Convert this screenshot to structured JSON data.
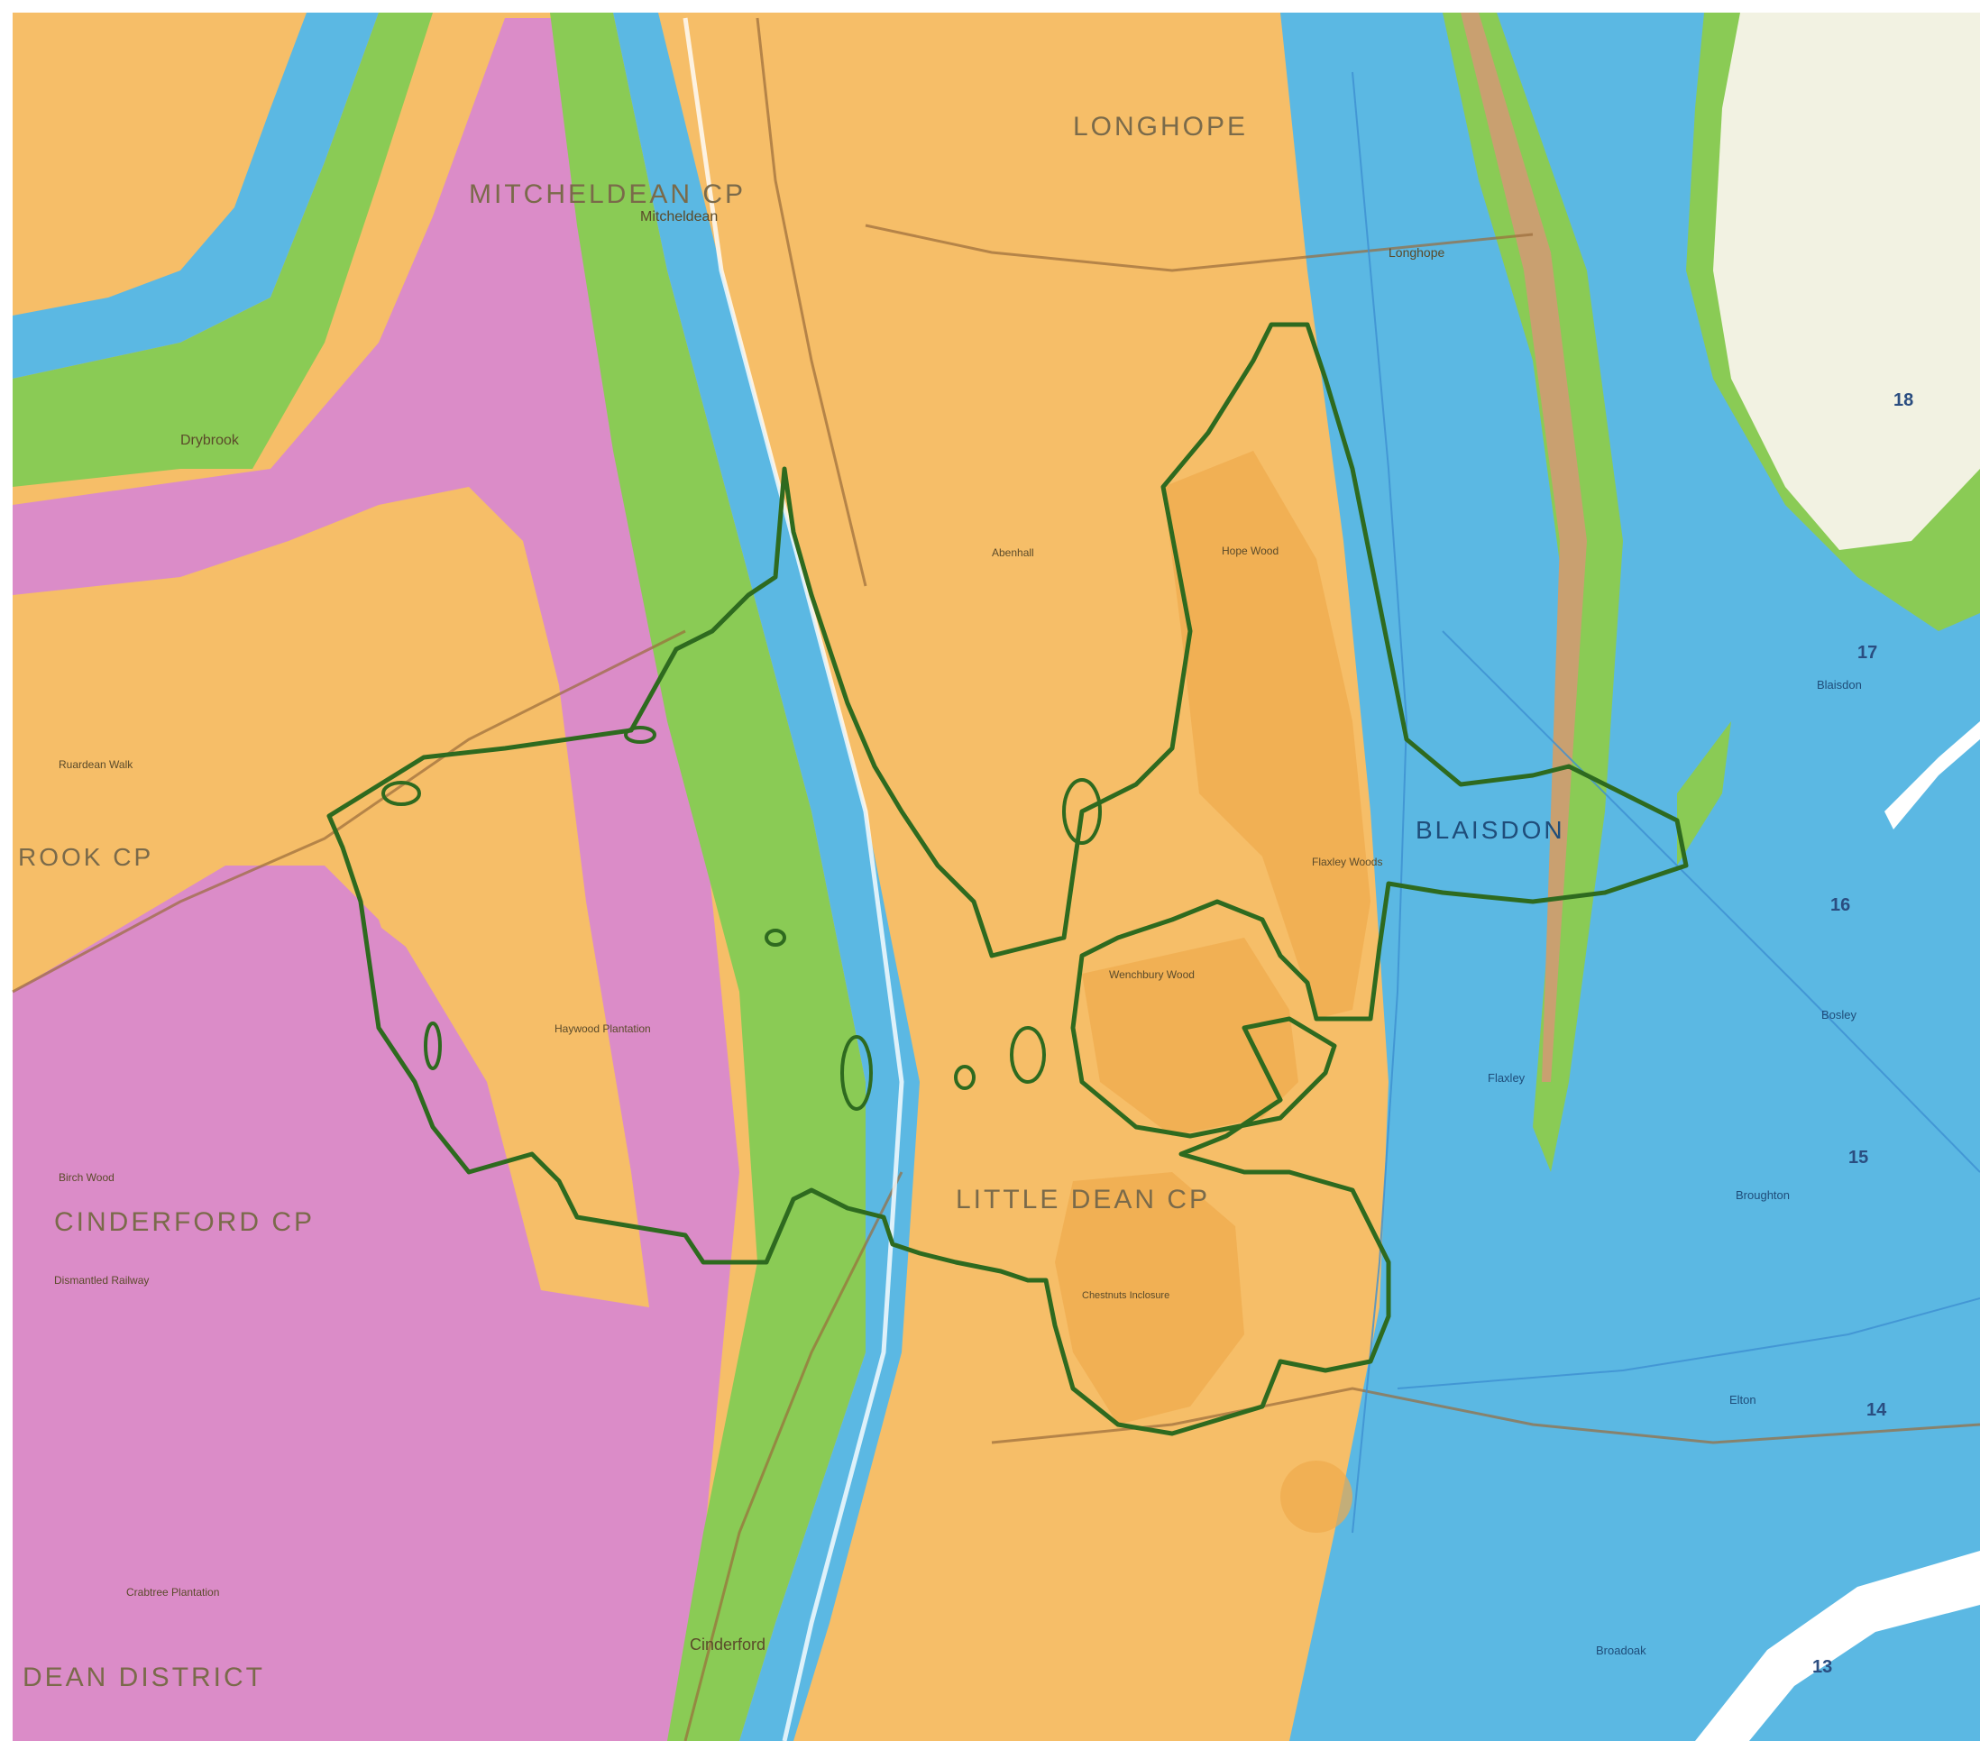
{
  "map": {
    "colors": {
      "orange": "#F6BE68",
      "orange_dark": "#EFA94C",
      "pink": "#DB8CC8",
      "green": "#8ACB55",
      "blue": "#5BB8E3",
      "pale": "#F2F2E2",
      "boundary": "#2E6A1F",
      "river": "#3D8FD1"
    },
    "labels": {
      "mitcheldean_cp": "MITCHELDEAN CP",
      "longhope": "LONGHOPE",
      "blaisdon": "BLAISDON",
      "cinderford_cp": "CINDERFORD CP",
      "ruardean_cp": "ROOK CP",
      "little_dean_cp": "LITTLE DEAN CP",
      "dean_district": "DEAN DISTRICT",
      "mitcheldean": "Mitcheldean",
      "drybrook": "Drybrook",
      "longhope_town": "Longhope",
      "cinderford": "Cinderford",
      "flaxley_woods": "Flaxley Woods",
      "haywood": "Haywood Plantation",
      "hope_wood": "Hope Wood",
      "wenchbury": "Wenchbury Wood",
      "abenhall": "Abenhall",
      "ruardean_walk": "Ruardean Walk",
      "birch_wood": "Birch Wood",
      "elton": "Elton",
      "broadoak": "Broadoak",
      "blaisdon_town": "Blaisdon",
      "bosley": "Bosley",
      "broughton": "Broughton",
      "flaxley": "Flaxley",
      "chestnuts": "Chestnuts Inclosure",
      "dismantled_railway": "Dismantled Railway",
      "crabtree": "Crabtree Plantation"
    },
    "grid_numbers": [
      "17",
      "16",
      "15",
      "14",
      "13",
      "18"
    ]
  }
}
